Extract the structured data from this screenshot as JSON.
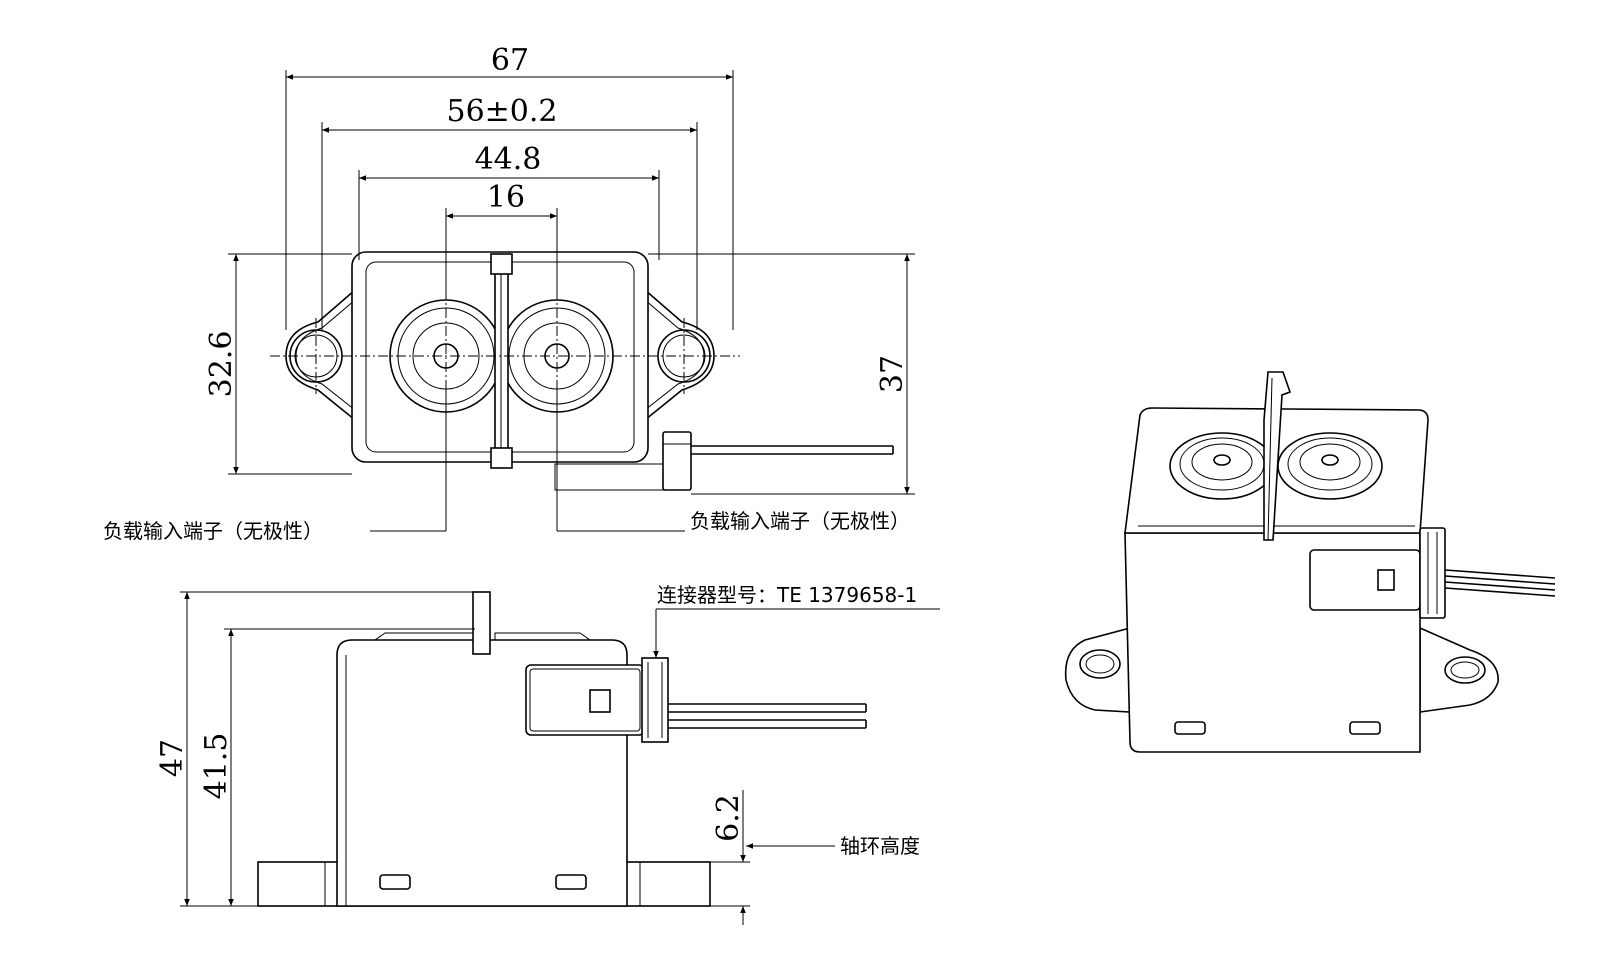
{
  "dimensions": {
    "overall_length": "67",
    "mount_hole_pitch": "56±0.2",
    "body_width": "44.8",
    "terminal_pitch": "16",
    "body_depth": "32.6",
    "overall_depth": "37",
    "overall_height": "47",
    "body_height": "41.5",
    "collar_height": "6.2"
  },
  "callouts": {
    "load_terminal_left": "负载输入端子（无极性）",
    "load_terminal_right": "负载输入端子（无极性）",
    "connector_model": "连接器型号：TE 1379658-1",
    "collar_height": "轴环高度"
  }
}
